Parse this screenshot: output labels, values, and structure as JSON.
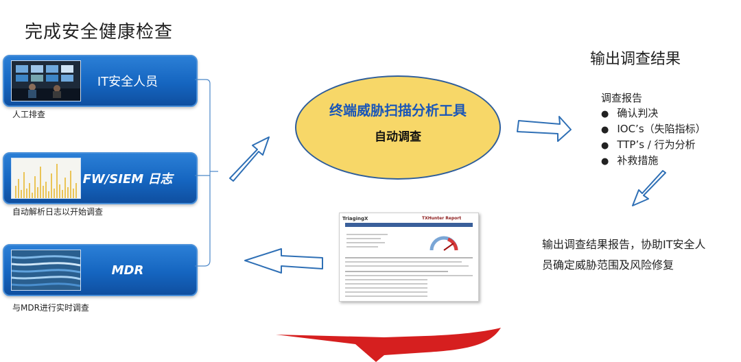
{
  "main_title": "完成安全健康检查",
  "sources": [
    {
      "label": "IT安全人员",
      "caption": "人工排查",
      "photo": "control-room-photo"
    },
    {
      "label": "FW/SIEM 日志",
      "caption": "自动解析日志以开始调查",
      "photo": "log-chart-photo"
    },
    {
      "label": "MDR",
      "caption": "与MDR进行实时调查",
      "photo": "network-cables-photo"
    }
  ],
  "tool": {
    "title": "终端威胁扫描分析工具",
    "subtitle": "自动调查",
    "fill": "#f7d768",
    "title_color": "#1a56b8"
  },
  "output": {
    "title": "输出调查结果",
    "report_heading": "调查报告",
    "items": [
      "确认判决",
      "IOC’s（失陷指标）",
      "TTP’s / 行为分析",
      "补救措施"
    ],
    "summary": "输出调查结果报告，协助IT安全人员确定威胁范围及风险修复"
  },
  "report_preview": {
    "logo": "TriagingX",
    "title": "TXHunter Report"
  },
  "colors": {
    "card_blue": "#1565c0",
    "arrow_blue": "#2e6fb5",
    "loop_red": "#d61f1f"
  }
}
